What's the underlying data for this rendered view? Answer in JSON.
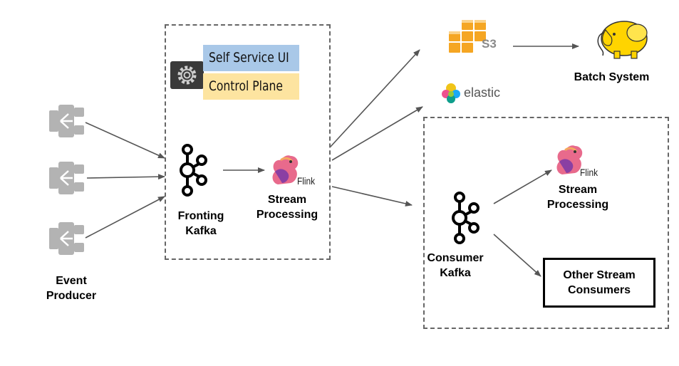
{
  "control_panel": {
    "self_service_label": "Self Service UI",
    "control_plane_label": "Control Plane",
    "colors": {
      "self_service": "#a9c8e8",
      "control_plane": "#fde4a0"
    }
  },
  "event_producer": {
    "label_line1": "Event",
    "label_line2": "Producer"
  },
  "fronting_kafka": {
    "label_line1": "Fronting",
    "label_line2": "Kafka"
  },
  "stream_processing_1": {
    "flink_text": "Flink",
    "label_line1": "Stream",
    "label_line2": "Processing"
  },
  "s3": {
    "label": "S3",
    "color": "#f5a623"
  },
  "elastic": {
    "label": "elastic"
  },
  "batch_system": {
    "label": "Batch System",
    "color": "#ffd400"
  },
  "consumer_kafka": {
    "label_line1": "Consumer",
    "label_line2": "Kafka"
  },
  "stream_processing_2": {
    "flink_text": "Flink",
    "label_line1": "Stream",
    "label_line2": "Processing"
  },
  "other_consumers": {
    "label_line1": "Other Stream",
    "label_line2": "Consumers"
  }
}
